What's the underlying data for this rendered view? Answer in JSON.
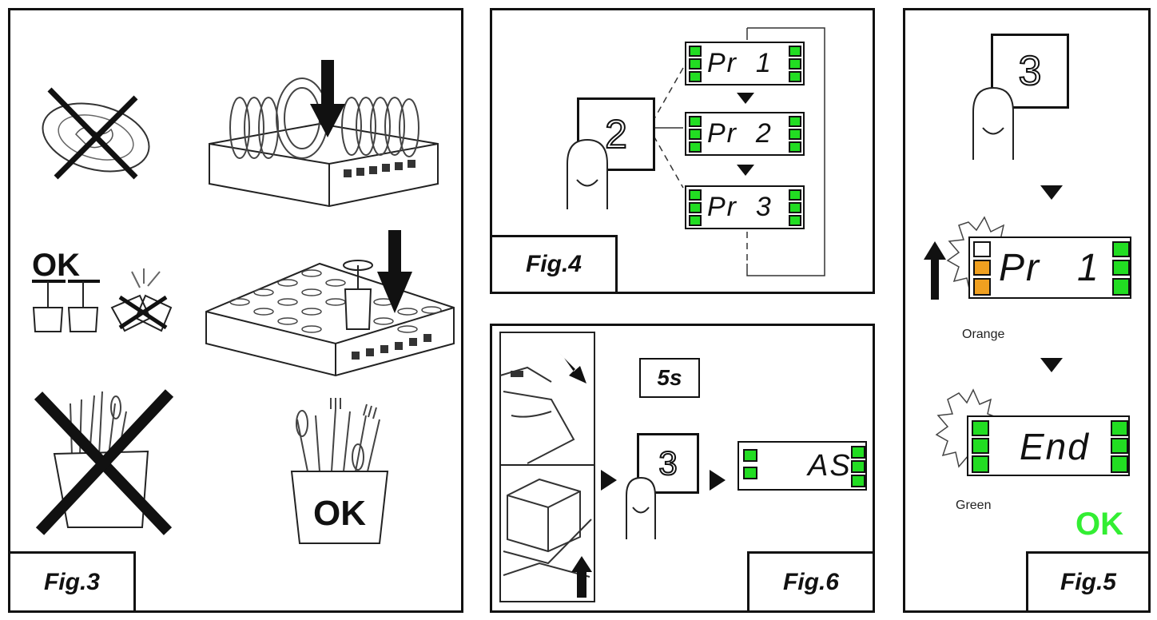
{
  "fig3": {
    "label": "Fig.3",
    "ok_glasses": "OK",
    "ok_cutlery": "OK"
  },
  "fig4": {
    "label": "Fig.4",
    "key": "2",
    "displays": [
      {
        "text": "Pr  1"
      },
      {
        "text": "Pr  2"
      },
      {
        "text": "Pr  3"
      }
    ]
  },
  "fig6": {
    "label": "Fig.6",
    "timer": "5s",
    "key": "3",
    "display": "AS"
  },
  "fig5": {
    "label": "Fig.5",
    "key": "3",
    "display_1": "Pr   1",
    "display_2": "End",
    "orange_label": "Orange",
    "green_label": "Green",
    "ok": "OK"
  },
  "colors": {
    "led_green": "#22dd22",
    "led_orange": "#f0a020",
    "ok_green": "#33ee33",
    "line": "#111111"
  }
}
